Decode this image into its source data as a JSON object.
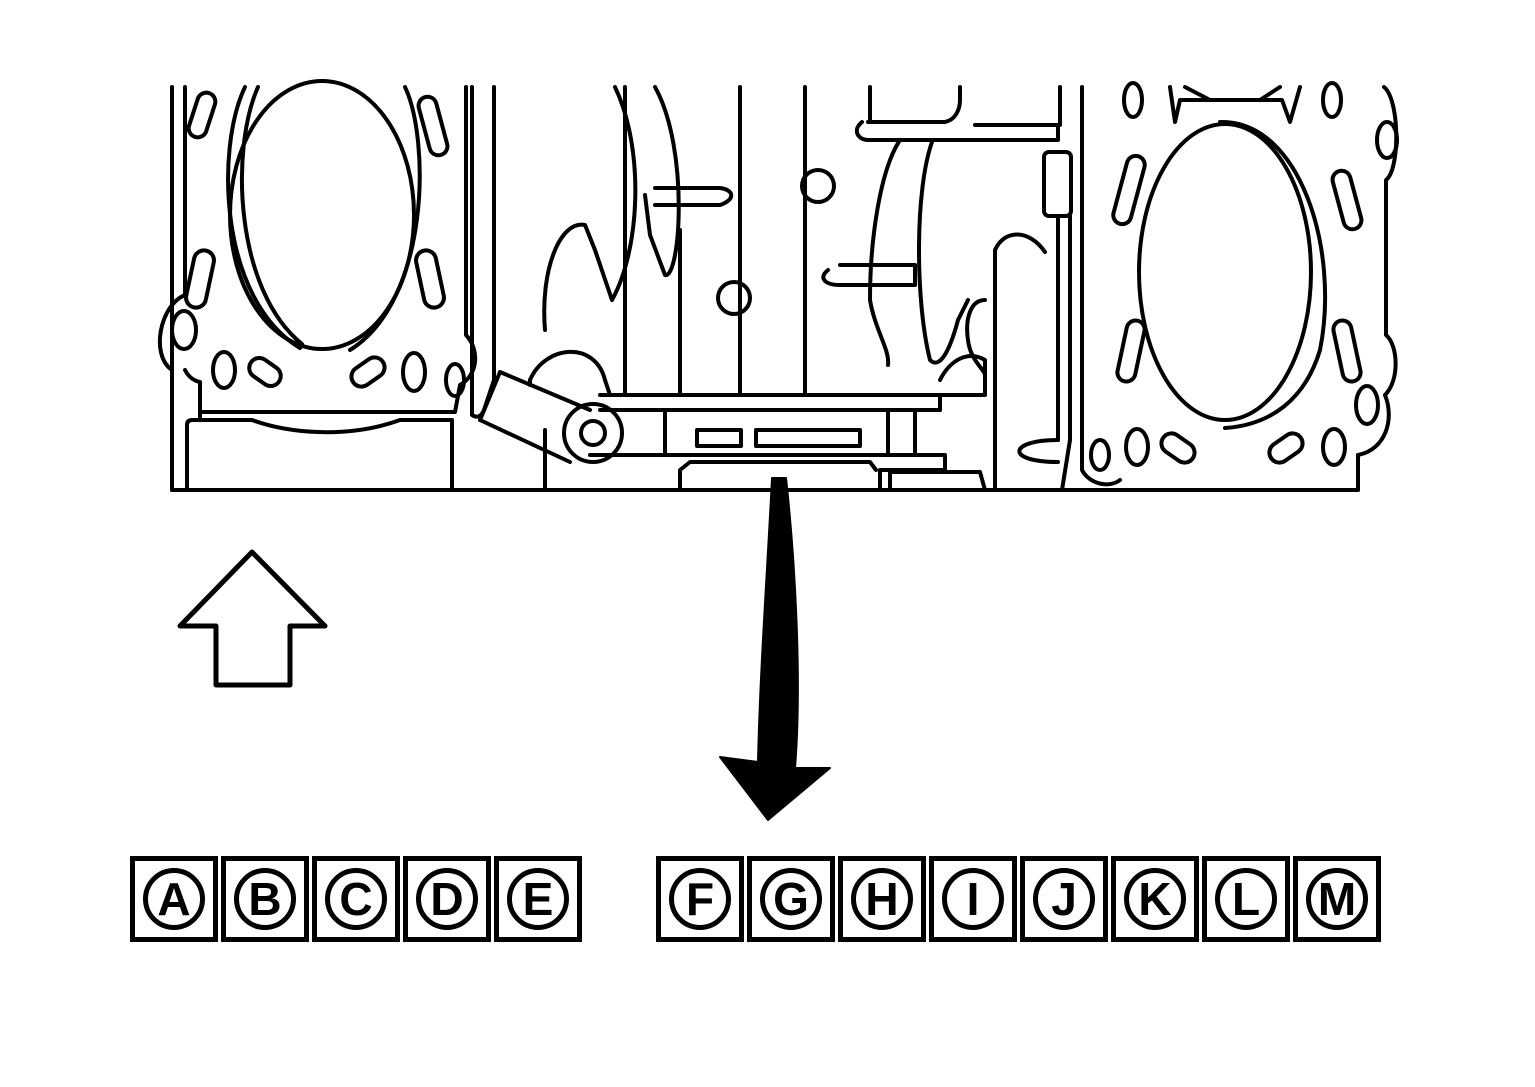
{
  "block_codes": {
    "group1": [
      "A",
      "B",
      "C",
      "D",
      "E"
    ],
    "group2": [
      "F",
      "G",
      "H",
      "I",
      "J",
      "K",
      "L",
      "M"
    ]
  },
  "colors": {
    "ink": "#000000",
    "paper": "#ffffff"
  }
}
